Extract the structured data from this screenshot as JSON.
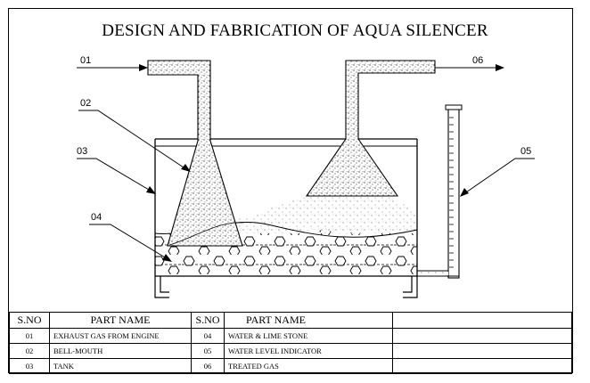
{
  "title": "DESIGN AND FABRICATION OF AQUA SILENCER",
  "callouts": [
    "01",
    "02",
    "03",
    "04",
    "05",
    "06"
  ],
  "table": {
    "headers": [
      "S.NO",
      "PART NAME",
      "S.NO",
      "PART NAME"
    ],
    "rows": [
      [
        "01",
        "EXHAUST GAS FROM ENGINE",
        "04",
        "WATER & LIME STONE"
      ],
      [
        "02",
        "BELL-MOUTH",
        "05",
        "WATER LEVEL INDICATOR"
      ],
      [
        "03",
        "TANK",
        "06",
        "TREATED GAS"
      ]
    ]
  }
}
